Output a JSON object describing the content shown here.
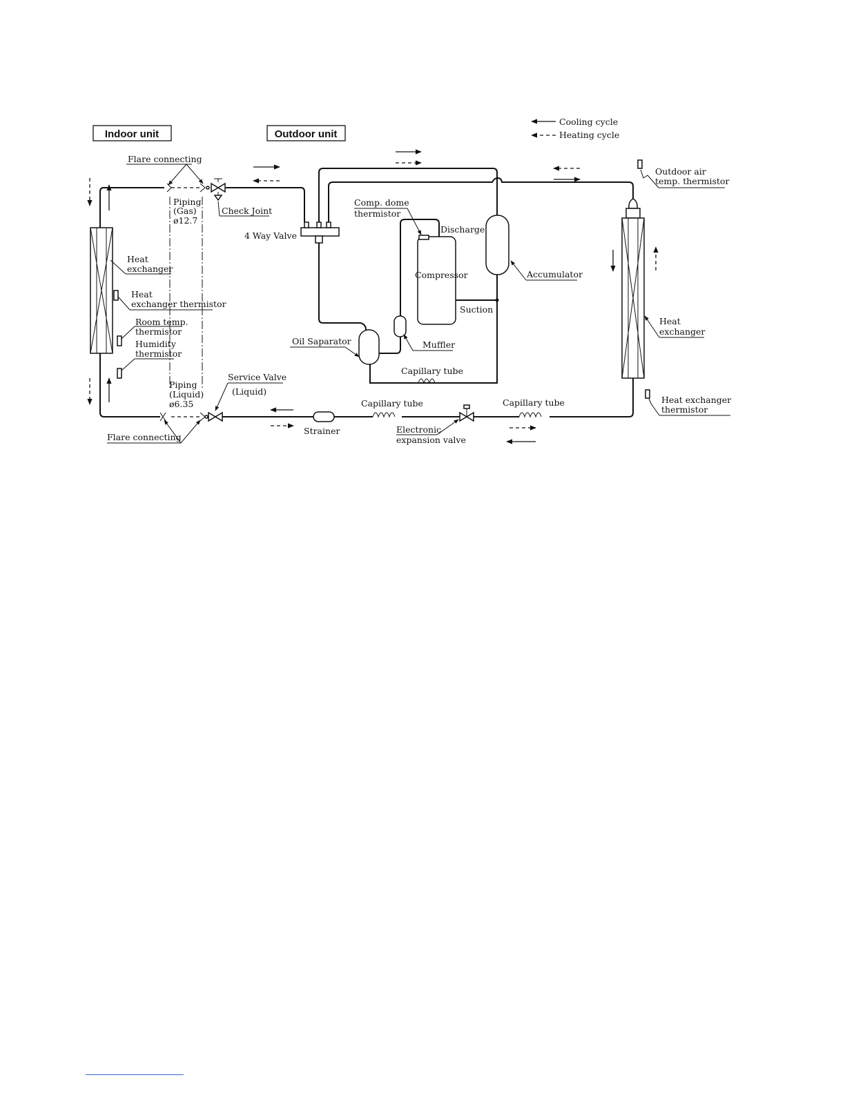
{
  "units": {
    "indoor": "Indoor unit",
    "outdoor": "Outdoor unit"
  },
  "legend": {
    "cooling": "Cooling cycle",
    "heating": "Heating cycle"
  },
  "labels": {
    "flare_top": "Flare connecting",
    "flare_bottom": "Flare connecting",
    "piping_gas": [
      "Piping",
      "(Gas)",
      "ø12.7"
    ],
    "piping_liquid": [
      "Piping",
      "(Liquid)",
      "ø6.35"
    ],
    "check_joint": "Check Joint",
    "four_way_valve": "4 Way Valve",
    "comp_dome": [
      "Comp. dome",
      "thermistor"
    ],
    "discharge": "Discharge",
    "compressor": "Compressor",
    "suction": "Suction",
    "accumulator": "Accumulator",
    "muffler": "Muffler",
    "oil_separator": "Oil Saparator",
    "capillary_tube_mid": "Capillary tube",
    "capillary_tube_left": "Capillary tube",
    "capillary_tube_right": "Capillary tube",
    "indoor_hx": [
      "Heat",
      "exchanger"
    ],
    "indoor_hx_thermistor": [
      "Heat",
      "exchanger thermistor"
    ],
    "room_temp": [
      "Room temp.",
      "thermistor"
    ],
    "humidity": [
      "Humidity",
      "thermistor"
    ],
    "service_valve": [
      "Service Valve",
      "(Liquid)"
    ],
    "strainer": "Strainer",
    "electronic_valve": [
      "Electronic",
      "expansion valve"
    ],
    "outdoor_air": [
      "Outdoor air",
      "temp. thermistor"
    ],
    "outdoor_hx": [
      "Heat",
      "exchanger"
    ],
    "outdoor_hx_thermistor": [
      "Heat exchanger",
      "thermistor"
    ]
  }
}
